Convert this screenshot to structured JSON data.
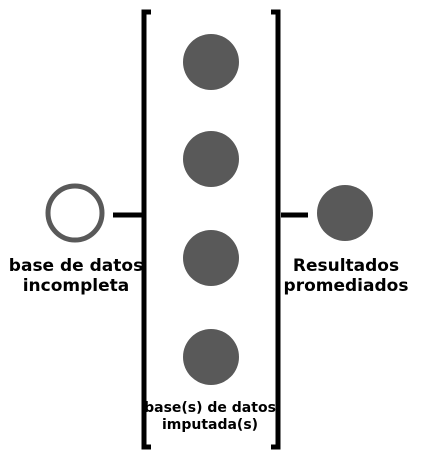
{
  "colors": {
    "circle_fill": "#595959",
    "circle_stroke": "#595959",
    "bracket": "#000000",
    "connector": "#000000",
    "background": "#ffffff"
  },
  "left_node": {
    "style": "hollow-circle",
    "label_line1": "base de datos",
    "label_line2": "incompleta"
  },
  "center_group": {
    "style": "bracketed-stack",
    "node_count": 4,
    "label_line1": "base(s) de datos",
    "label_line2": "imputada(s)"
  },
  "right_node": {
    "style": "filled-circle",
    "label_line1": "Resultados",
    "label_line2": "promediados"
  }
}
